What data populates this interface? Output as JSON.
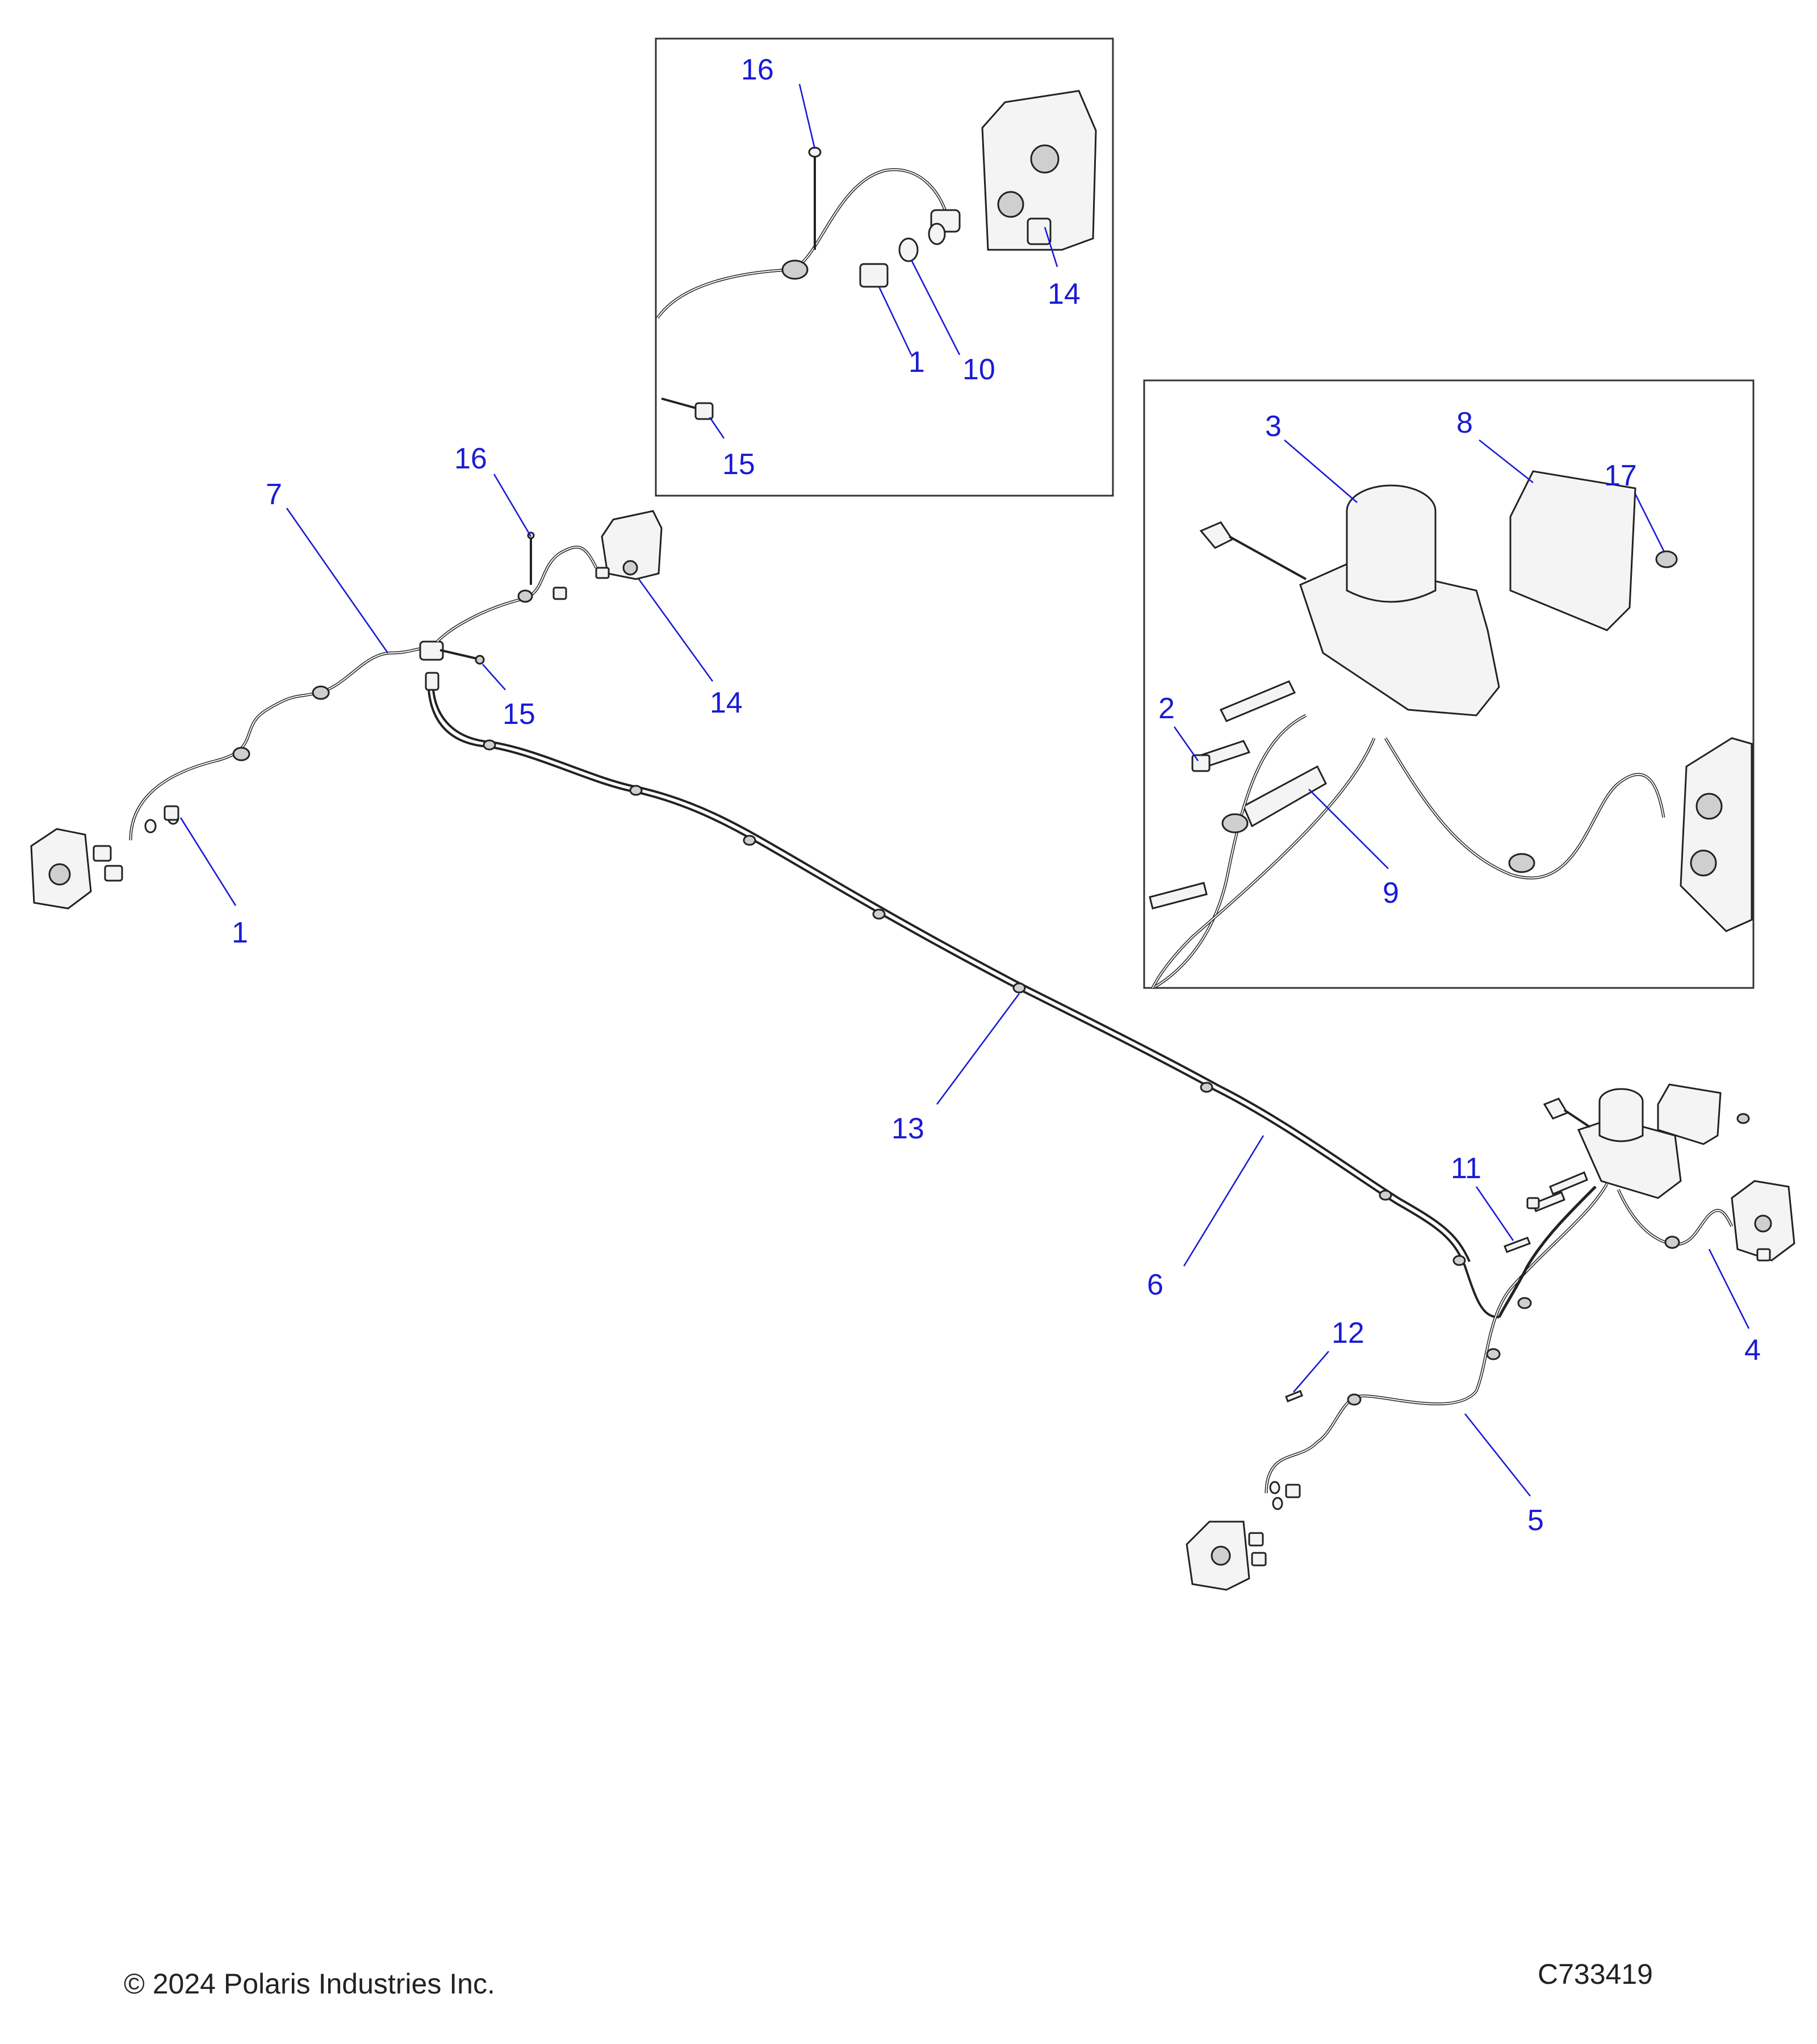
{
  "callouts": {
    "c16_inset": "16",
    "c1_inset": "1",
    "c10": "10",
    "c14_inset": "14",
    "c15_inset": "15",
    "c7": "7",
    "c16": "16",
    "c15": "15",
    "c14": "14",
    "c1": "1",
    "c3": "3",
    "c8": "8",
    "c17": "17",
    "c2": "2",
    "c9": "9",
    "c13": "13",
    "c6": "6",
    "c11": "11",
    "c12": "12",
    "c4": "4",
    "c5": "5"
  },
  "footer": {
    "copyright": "© 2024 Polaris Industries Inc.",
    "drawing_number": "C733419"
  },
  "colors": {
    "callout": "#1a1ad6",
    "linework": "#222222"
  }
}
